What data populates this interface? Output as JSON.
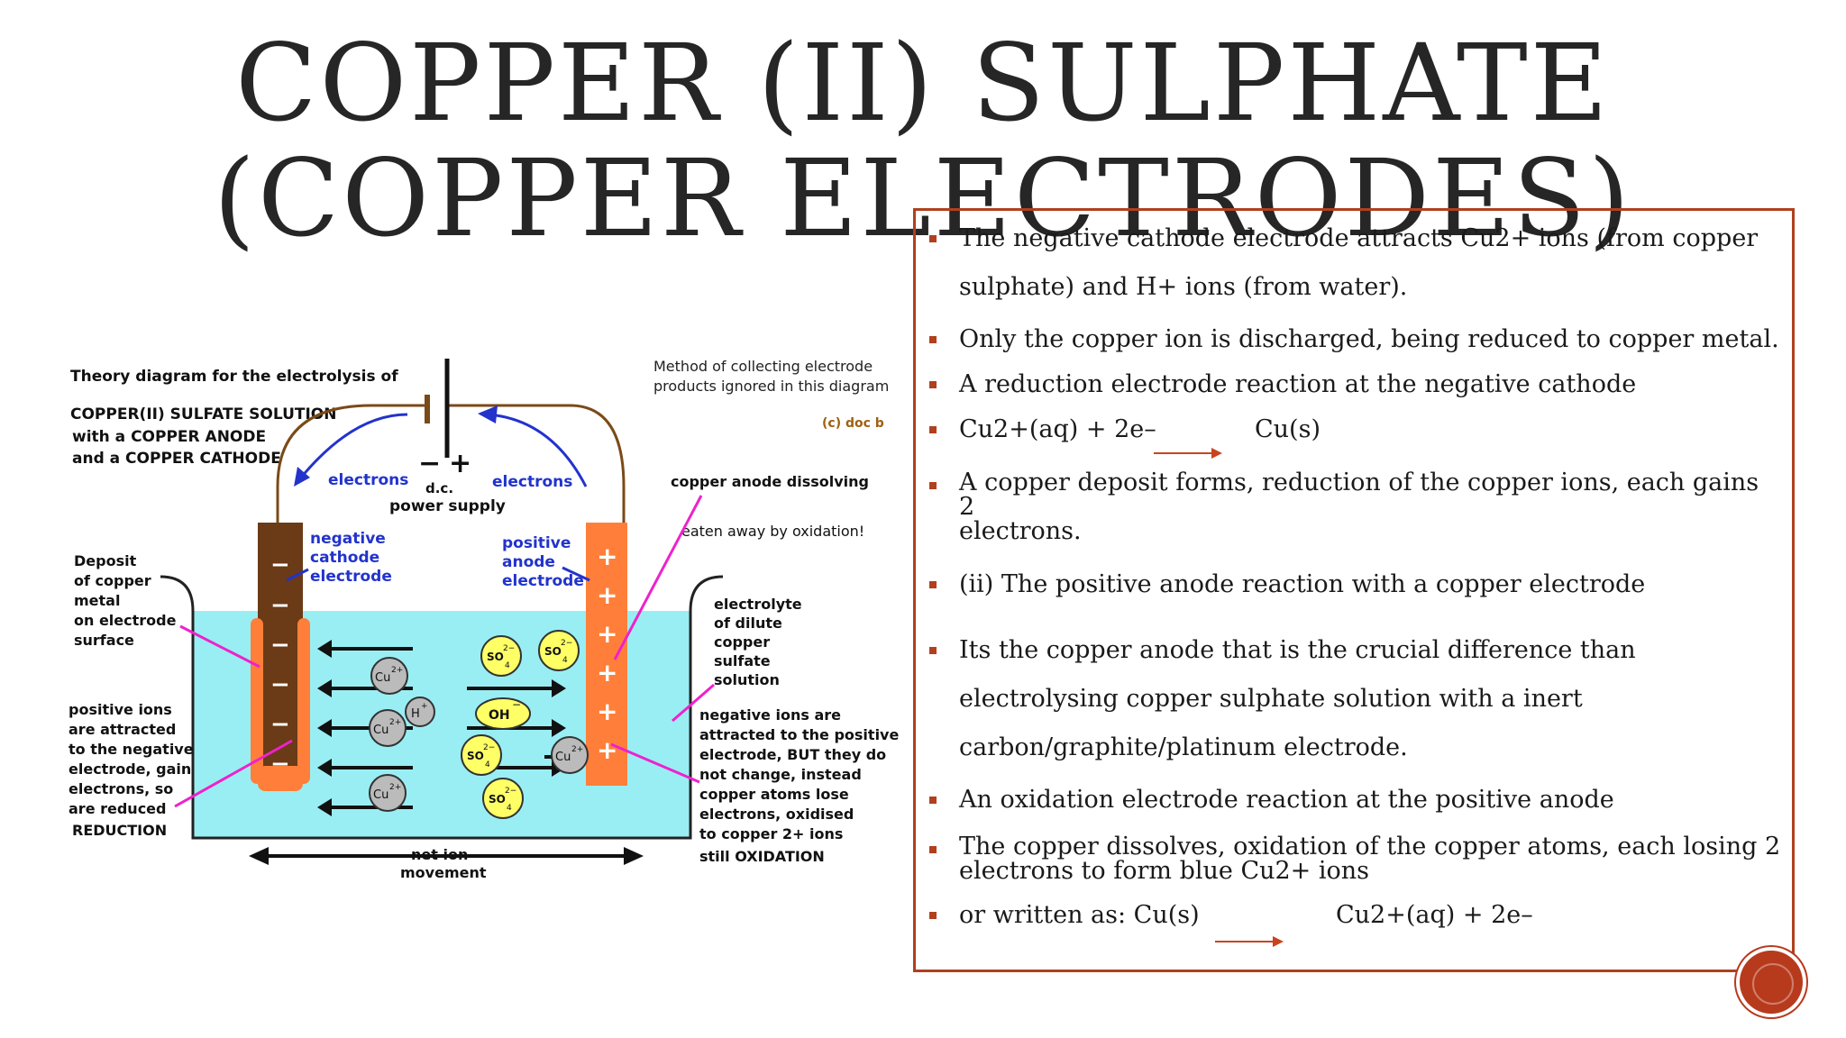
{
  "slide": {
    "title_lines": [
      "COPPER (II) SULPHATE",
      "(COPPER ELECTRODES)"
    ],
    "accent_color": "#b0401e",
    "nav_icon": "slide-nav-icon"
  },
  "bullets": [
    {
      "line1": "The negative cathode electrode attracts Cu2+ ions (from copper",
      "line2": "sulphate) and H+ ions (from water)."
    },
    {
      "text": "Only the copper ion is discharged, being reduced to copper metal."
    },
    {
      "text": "A reduction electrode reaction at the negative cathode"
    },
    {
      "left": "Cu2+(aq) + 2e–",
      "right": "Cu(s)"
    },
    {
      "line1": "A copper deposit forms, reduction of the copper ions, each gains 2",
      "line2": "electrons."
    },
    {
      "text": "(ii) The positive anode reaction with a copper electrode"
    },
    {
      "line1": "Its the copper anode that is the crucial difference than",
      "line2": "electrolysing copper sulphate solution with a inert",
      "line3": "carbon/graphite/platinum electrode."
    },
    {
      "text": "An oxidation electrode reaction at the positive anode"
    },
    {
      "line1": "The copper dissolves, oxidation of the copper atoms,  each losing 2",
      "line2": "electrons to form blue Cu2+ ions"
    },
    {
      "left": "or written as:  Cu(s)",
      "right": "Cu2+(aq)  +  2e–"
    }
  ],
  "diagram": {
    "heading": "Theory diagram for the electrolysis of",
    "sub1": "COPPER(II) SULFATE SOLUTION",
    "sub2": "with a COPPER ANODE",
    "sub3": "and a COPPER CATHODE",
    "method1": "Method of collecting electrode",
    "method2": "products ignored in this diagram",
    "credit": "(c) doc b",
    "electrons": "electrons",
    "minus": "−",
    "plus": "+",
    "dc1": "d.c.",
    "dc2": "power supply",
    "anode_dissolving": "copper anode dissolving",
    "eaten": "eaten away by oxidation!",
    "neg_electrode": [
      "negative",
      "cathode",
      "electrode"
    ],
    "pos_electrode": [
      "positive",
      "anode",
      "electrode"
    ],
    "deposit": [
      "Deposit",
      "of copper",
      "metal",
      "on electrode",
      "surface"
    ],
    "electrolyte": [
      "electrolyte",
      "of dilute",
      "copper",
      "sulfate",
      "solution"
    ],
    "positive_ions": [
      "positive ions",
      "are attracted",
      "to the negative",
      "electrode, gain",
      "electrons, so",
      "are reduced",
      "REDUCTION"
    ],
    "negative_ions": [
      "negative ions are",
      "attracted to the positive",
      "electrode, BUT they do",
      "not change, instead",
      "copper atoms lose",
      "electrons, oxidised",
      "to copper 2+ ions",
      "still OXIDATION"
    ],
    "net_ion": [
      "net ion",
      "movement"
    ],
    "cu_ion": "Cu",
    "cu_charge": "2+",
    "h_ion": "H",
    "h_charge": "+",
    "oh_ion": "OH",
    "oh_charge": "−",
    "so4_ion": "SO",
    "so4_sub": "4",
    "so4_charge": "2−"
  }
}
